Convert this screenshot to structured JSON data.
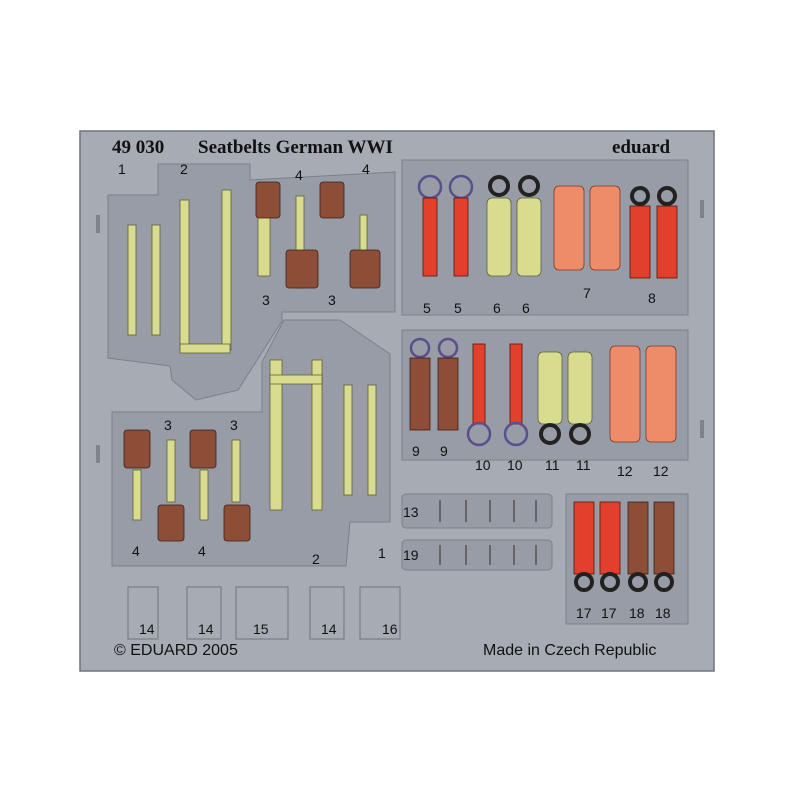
{
  "header": {
    "code": "49 030",
    "title": "Seatbelts German WWI",
    "brand": "eduard"
  },
  "footer": {
    "copyright": "© EDUARD 2005",
    "origin": "Made in Czech Republic"
  },
  "part_labels": [
    "1",
    "2",
    "3",
    "4",
    "5",
    "6",
    "7",
    "8",
    "9",
    "10",
    "11",
    "12",
    "13",
    "14",
    "15",
    "16",
    "17",
    "18",
    "19"
  ],
  "colors": {
    "fret": "#a8adb6",
    "pane": "#969ba5",
    "yellow_belt": "#d8dc8f",
    "red_belt": "#e2402c",
    "brown_pad": "#8d4d36",
    "salmon_belt": "#ee8c6a"
  }
}
